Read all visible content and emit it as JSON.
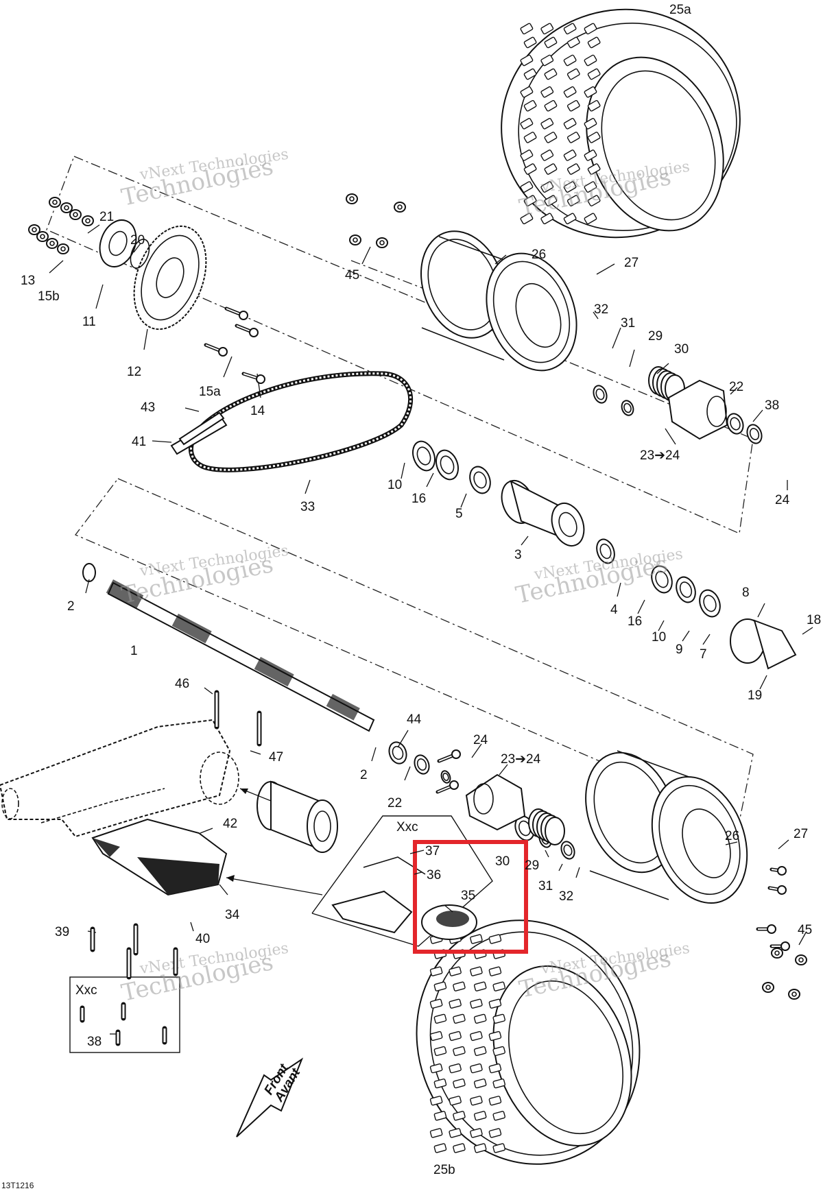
{
  "document_code": "13T1216",
  "watermark": {
    "line1": "vNext Technologies",
    "line2": "Technologies"
  },
  "front_marker": {
    "line1": "Front",
    "line2": "Avant"
  },
  "inset_left_title": "Xxc",
  "inset_center_title": "Xxc",
  "highlight_color": "#e3262b",
  "labels": {
    "p25a": "25a",
    "p25b": "25b",
    "p21": "21",
    "p20": "20",
    "p13": "13",
    "p15b": "15b",
    "p11": "11",
    "p12": "12",
    "p15a": "15a",
    "p14": "14",
    "p43": "43",
    "p41": "41",
    "p33": "33",
    "p45a": "45",
    "p26a": "26",
    "p27a": "27",
    "p32a": "32",
    "p31a": "31",
    "p29a": "29",
    "p30a": "30",
    "p22a": "22",
    "p38a": "38",
    "p2324a": "23➔24",
    "p24a": "24",
    "p10a": "10",
    "p16a": "16",
    "p5": "5",
    "p3": "3",
    "p2a": "2",
    "p1": "1",
    "p4": "4",
    "p16b": "16",
    "p10b": "10",
    "p9": "9",
    "p7": "7",
    "p8": "8",
    "p18": "18",
    "p19": "19",
    "p46": "46",
    "p47": "47",
    "p44": "44",
    "p2b": "2",
    "p22b": "22",
    "p24b": "24",
    "p2324b": "23➔24",
    "p42": "42",
    "p34": "34",
    "p39": "39",
    "p40": "40",
    "p38b": "38",
    "p37": "37",
    "p36": "36",
    "p35": "35",
    "p30b": "30",
    "p29b": "29",
    "p31b": "31",
    "p32b": "32",
    "p26b": "26",
    "p27b": "27",
    "p45b": "45"
  }
}
